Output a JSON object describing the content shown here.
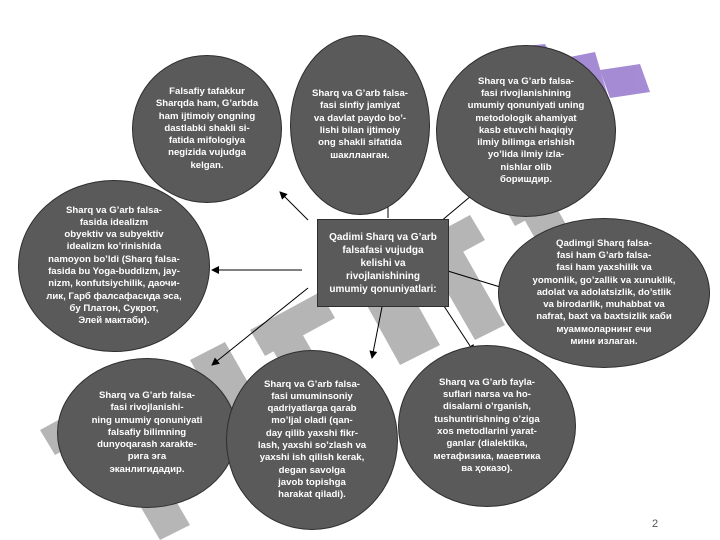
{
  "center": {
    "text": "Qadimi Sharq va G’arb\nfalsafasi vujudga\nkelishi va\nrivojlanishining\numumiy qonuniyatlari:"
  },
  "bubbles": [
    {
      "id": "top-left",
      "text": "Falsafiy tafakkur\nSharqda ham, G’arbda\nham ijtimoiy ongning\ndastlabki shakli si-\nfatida mifologiya\nnegizida vujudga\nkelgan."
    },
    {
      "id": "top-center",
      "text": "Sharq va G’arb falsa-\nfasi sinfiy jamiyat\nva davlat paydo bo’-\nlishi bilan ijtimoiy\nong shakli sifatida\nшаклланган."
    },
    {
      "id": "top-right",
      "text": "Sharq va G’arb falsa-\nfasi rivojlanishining\numumiy qonuniyati uning\nmetodologik ahamiyat\nkasb etuvchi haqiqiy\nilmiy bilimga erishish\nyo’lida ilmiy izla-\nnishlar olib\nборишдир."
    },
    {
      "id": "left",
      "text": "Sharq va G’arb falsa-\nfasida idealizm\nobyektiv va subyektiv\nidealizm ko’rinishida\nnamoyon bo’ldi (Sharq falsa-\nfasida bu Yoga-buddizm, jay-\nnizm, konfutsiychilik, даочи-\nлик, Гарб фалсафасида эса,\nбу Платон, Сукрот,\nЭлей мактаби)."
    },
    {
      "id": "right",
      "text": "Qadimgi Sharq falsa-\nfasi ham G’arb falsa-\nfasi ham yaxshilik va\nyomonlik, go’zallik va xunuklik,\nadolat va adolatsizlik, do’stlik\nva birodarlik, muhabbat va\nnafrat, baxt va baxtsizlik каби\nмуаммоларнинг ечи\nмини излаган."
    },
    {
      "id": "bottom-left",
      "text": "Sharq va G’arb falsa-\nfasi rivojlanishi-\nning umumiy qonuniyati\nfalsafiy bilimning\ndunyoqarash xarakte-\nрига эга\nэканлигидадир."
    },
    {
      "id": "bottom-center",
      "text": "Sharq va G’arb falsa-\nfasi umuminsoniy\nqadriyatlarga qarab\nmo’ljal oladi (qan-\nday qilib yaxshi fikr-\nlash, yaxshi so’zlash va\nyaxshi ish qilish kerak,\ndegan savolga\njavob topishga\nharakat qiladi)."
    },
    {
      "id": "bottom-right",
      "text": "Sharq va G’arb fayla-\nsuflari narsa va ho-\ndisalarni o’rganish,\ntushuntirishning o’ziga\nxos  metodlarini yarat-\nganlar (dialektika,\nметафизика, маевтика\nва ҳоказо)."
    }
  ],
  "watermark": {
    "text": "Turkiston"
  },
  "page_number": "2"
}
